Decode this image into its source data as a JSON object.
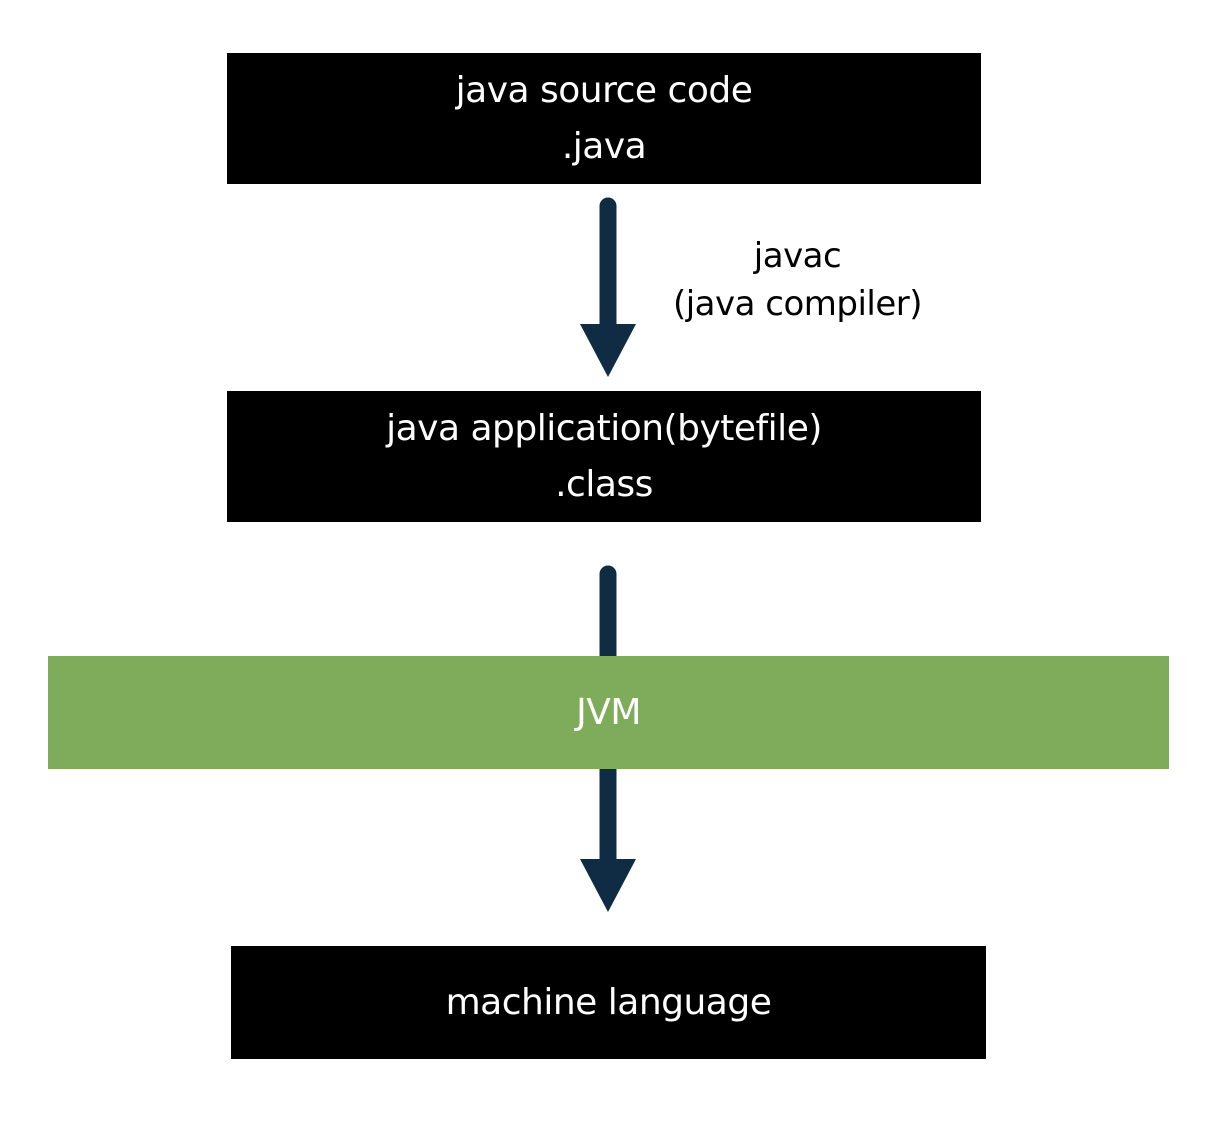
{
  "nodes": {
    "source": {
      "line1": "java source code",
      "line2": ".java",
      "fill": "#000000"
    },
    "bytecode": {
      "line1": "java application(bytefile)",
      "line2": ".class",
      "fill": "#000000"
    },
    "jvm": {
      "label": "JVM",
      "fill": "#7fac5a"
    },
    "machine": {
      "label": "machine language",
      "fill": "#000000"
    }
  },
  "edges": {
    "compile": {
      "line1": "javac",
      "line2": "(java compiler)",
      "color": "#0f2c44"
    },
    "execute": {
      "color": "#0f2c44"
    }
  }
}
